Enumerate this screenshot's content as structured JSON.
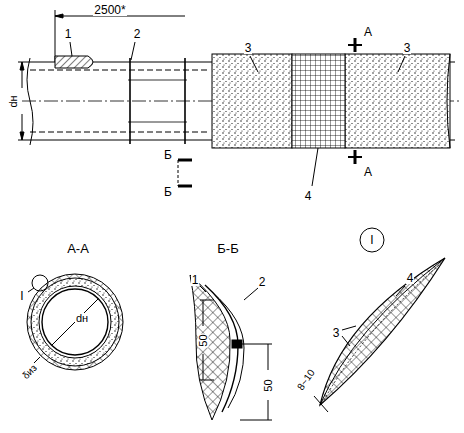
{
  "diagram": {
    "labels": [
      "2500*",
      "1",
      "2",
      "3",
      "3",
      "А",
      "А",
      "Б",
      "Б",
      "4",
      "dн",
      "А-А",
      "Б-Б",
      "I",
      "I",
      "dн",
      "δиз",
      "1",
      "2",
      "50",
      "50",
      "4",
      "3",
      "8~10"
    ]
  }
}
